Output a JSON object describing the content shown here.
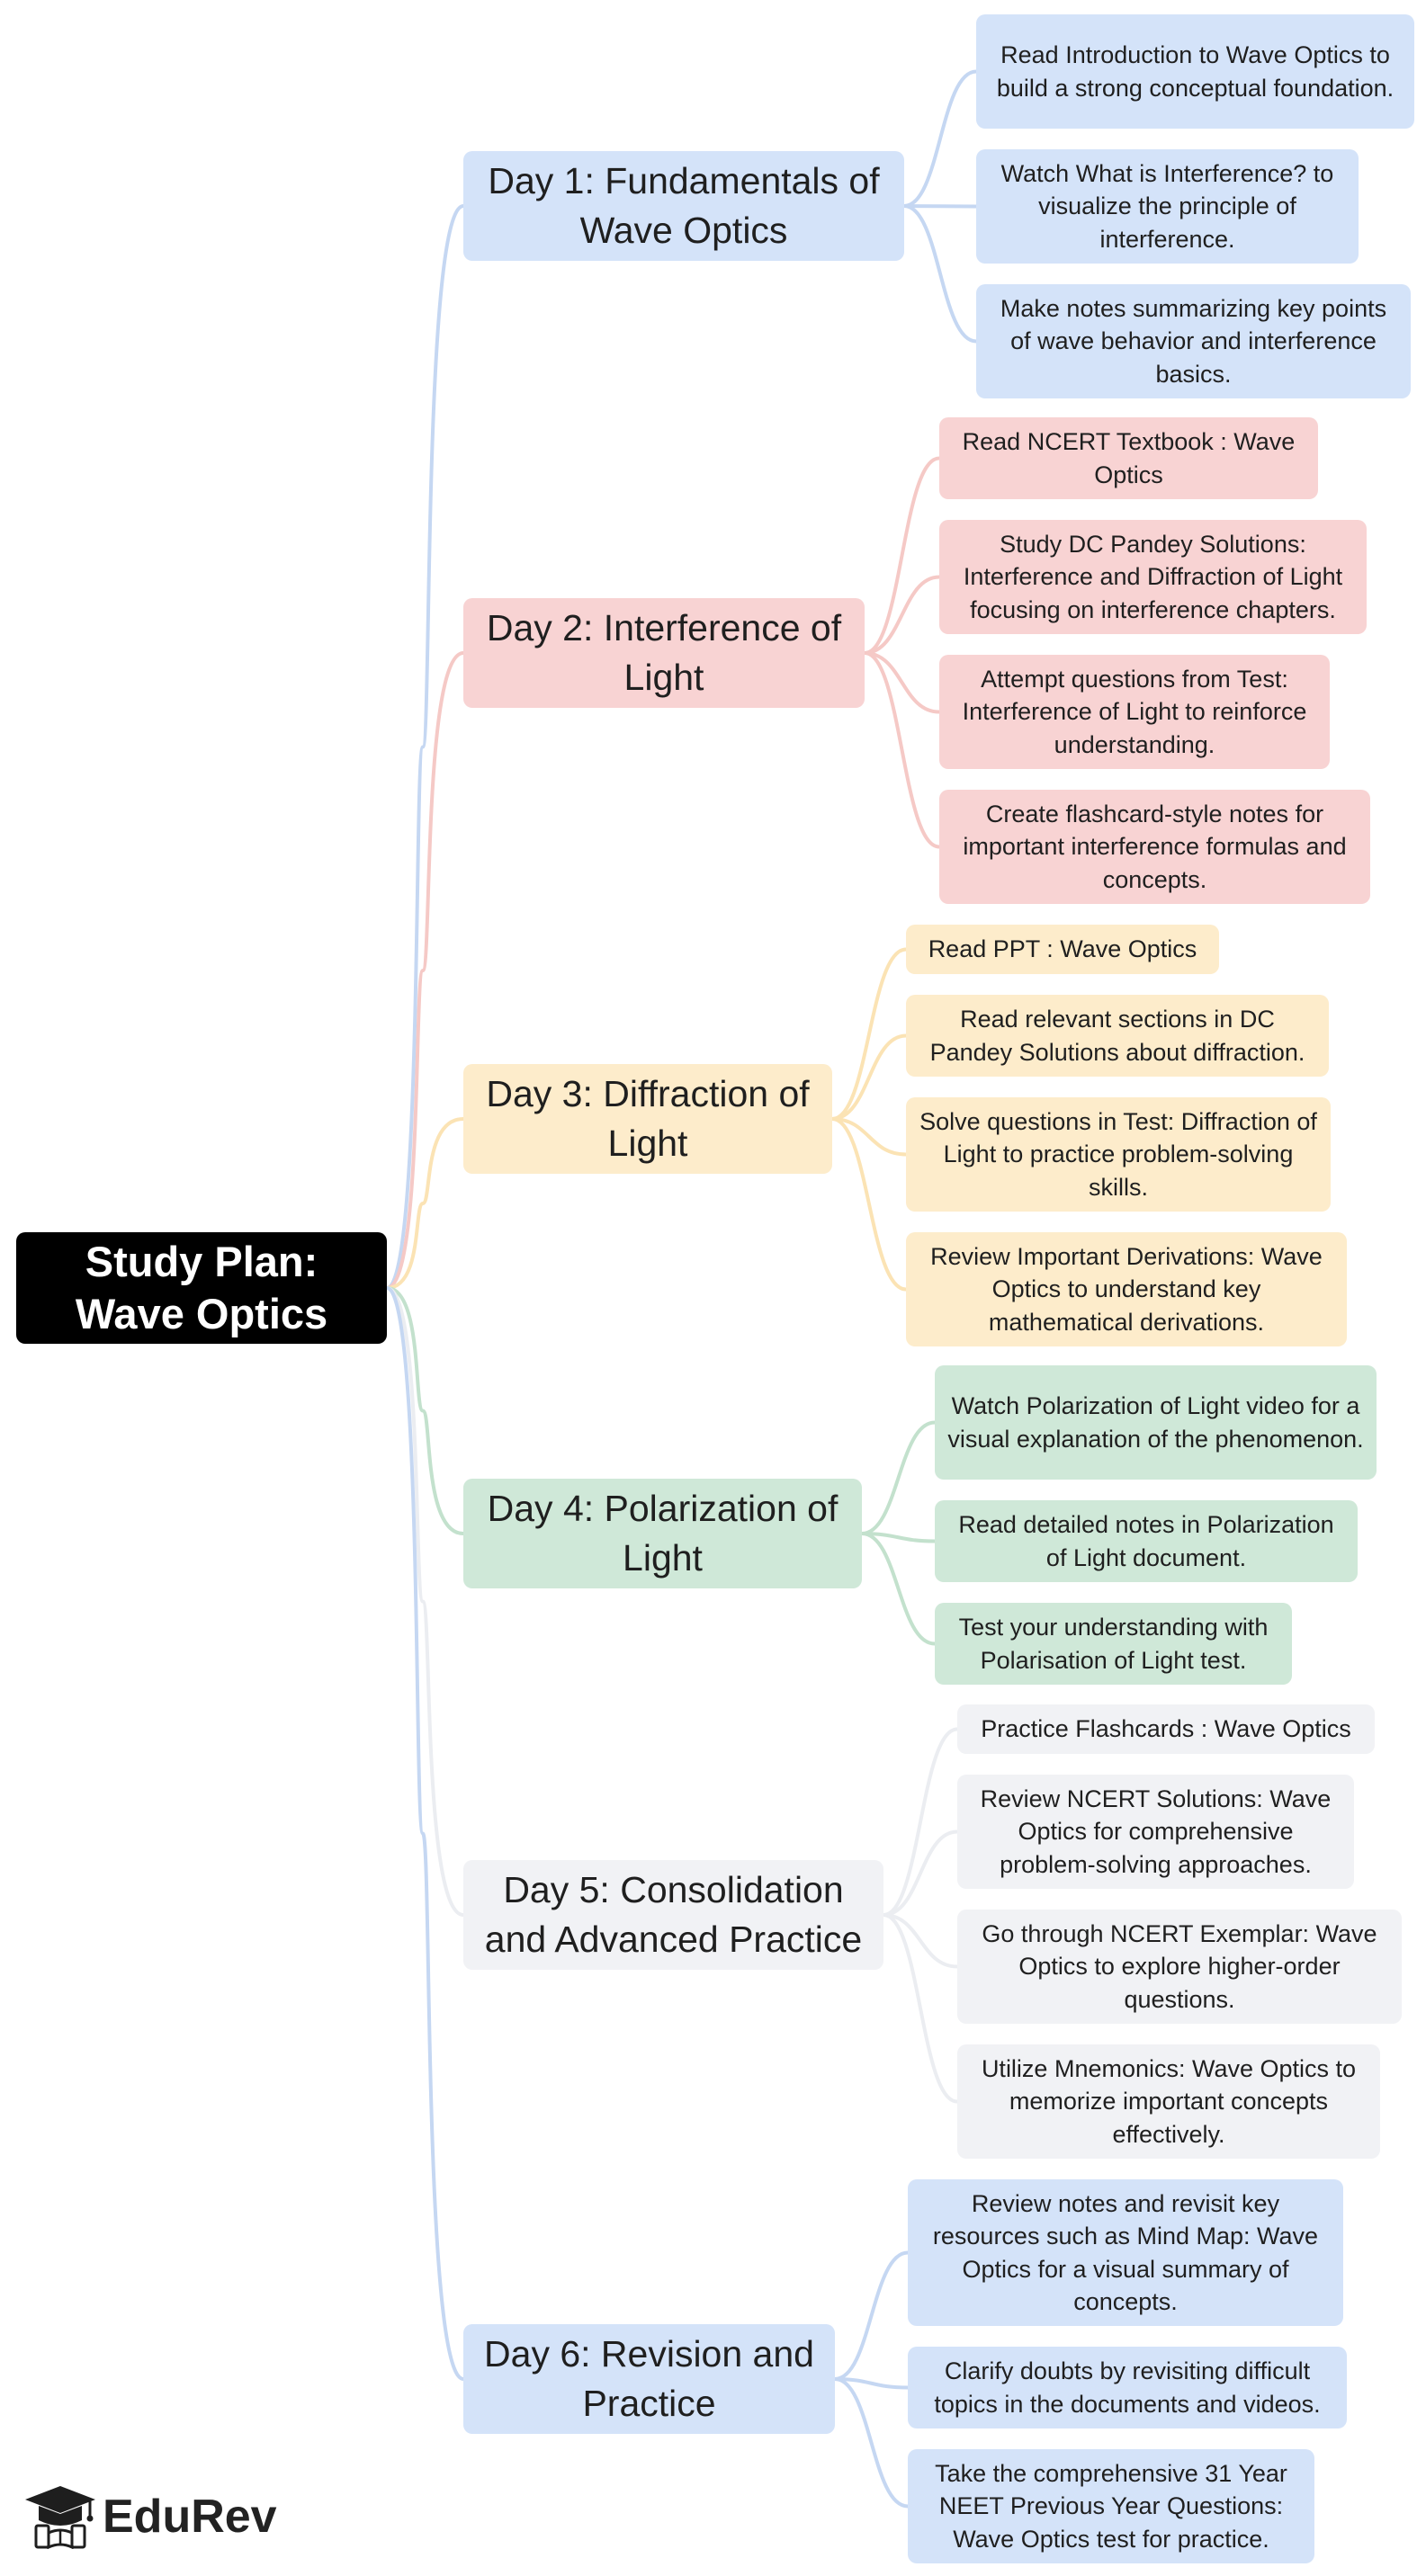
{
  "mindmap": {
    "root": "Study Plan: Wave Optics",
    "colors": {
      "blue": "#d4e3f9",
      "red": "#f8d3d3",
      "yellow": "#fdeccb",
      "green": "#cfe8d8",
      "gray": "#f1f2f5",
      "root": "#000000"
    },
    "days": [
      {
        "title": "Day 1: Fundamentals of Wave Optics",
        "color": "blue",
        "tasks": [
          "Read Introduction to Wave Optics to build a strong conceptual foundation.",
          "Watch What is Interference? to visualize the principle of interference.",
          "Make notes summarizing key points of wave behavior and interference basics."
        ]
      },
      {
        "title": "Day 2: Interference of Light",
        "color": "red",
        "tasks": [
          "Read NCERT Textbook : Wave Optics",
          "Study DC Pandey Solutions: Interference and Diffraction of Light focusing on interference chapters.",
          "Attempt questions from Test: Interference of Light to reinforce understanding.",
          "Create flashcard-style notes for important interference formulas and concepts."
        ]
      },
      {
        "title": "Day 3: Diffraction of Light",
        "color": "yellow",
        "tasks": [
          "Read PPT : Wave Optics",
          "Read relevant sections in DC Pandey Solutions about diffraction.",
          "Solve questions in Test: Diffraction of Light to practice problem-solving skills.",
          "Review Important Derivations: Wave Optics to understand key mathematical derivations."
        ]
      },
      {
        "title": "Day 4: Polarization of Light",
        "color": "green",
        "tasks": [
          "Watch Polarization of Light video for a visual explanation of the phenomenon.",
          "Read detailed notes in Polarization of Light document.",
          "Test your understanding with Polarisation of Light test."
        ]
      },
      {
        "title": "Day 5: Consolidation and Advanced Practice",
        "color": "gray",
        "tasks": [
          "Practice Flashcards : Wave Optics",
          "Review NCERT Solutions: Wave Optics for comprehensive problem-solving approaches.",
          "Go through NCERT Exemplar: Wave Optics to explore higher-order questions.",
          "Utilize Mnemonics: Wave Optics to memorize important concepts effectively."
        ]
      },
      {
        "title": "Day 6: Revision and Practice",
        "color": "blue",
        "tasks": [
          "Review notes and revisit key resources such as Mind Map: Wave Optics for a visual summary of concepts.",
          "Clarify doubts by revisiting difficult topics in the documents and videos.",
          "Take the comprehensive 31 Year NEET Previous Year Questions: Wave Optics test for practice."
        ]
      }
    ]
  },
  "brand": {
    "name": "EduRev",
    "logo_icon": "graduation-cap-icon"
  }
}
